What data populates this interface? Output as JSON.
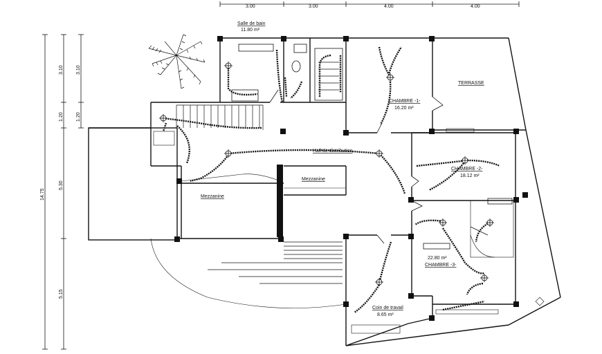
{
  "dimensions": {
    "top": [
      "3.00",
      "3.00",
      "4.00",
      "4.00"
    ],
    "left_total": "14.75",
    "left_segments": [
      "3.10",
      "1.20",
      "5.30",
      "5.15"
    ],
    "left_inner": [
      "3.10",
      "1.20"
    ]
  },
  "rooms": {
    "salle_de_bain": {
      "name": "Salle de bain",
      "area": "11.80 m²"
    },
    "chambre_1": {
      "name": "CHAMBRE -1-",
      "area": "16.20 m²"
    },
    "terrasse": {
      "name": "TERRASSE"
    },
    "hall": {
      "name": "Hall de distribution"
    },
    "chambre_2": {
      "name": "CHAMBRE -2-",
      "area": "18.12 m²"
    },
    "mezzanine_left": {
      "name": "Mezzanine"
    },
    "mezzanine_right": {
      "name": "Mezzanine"
    },
    "chambre_3": {
      "name": "CHAMBRE -3-",
      "area": "22.80 m²"
    },
    "coin_de_travail": {
      "name": "Coin de travail",
      "area": "8.65 m²"
    }
  },
  "colors": {
    "line": "#111111",
    "wire": "#111111",
    "background": "#ffffff"
  }
}
